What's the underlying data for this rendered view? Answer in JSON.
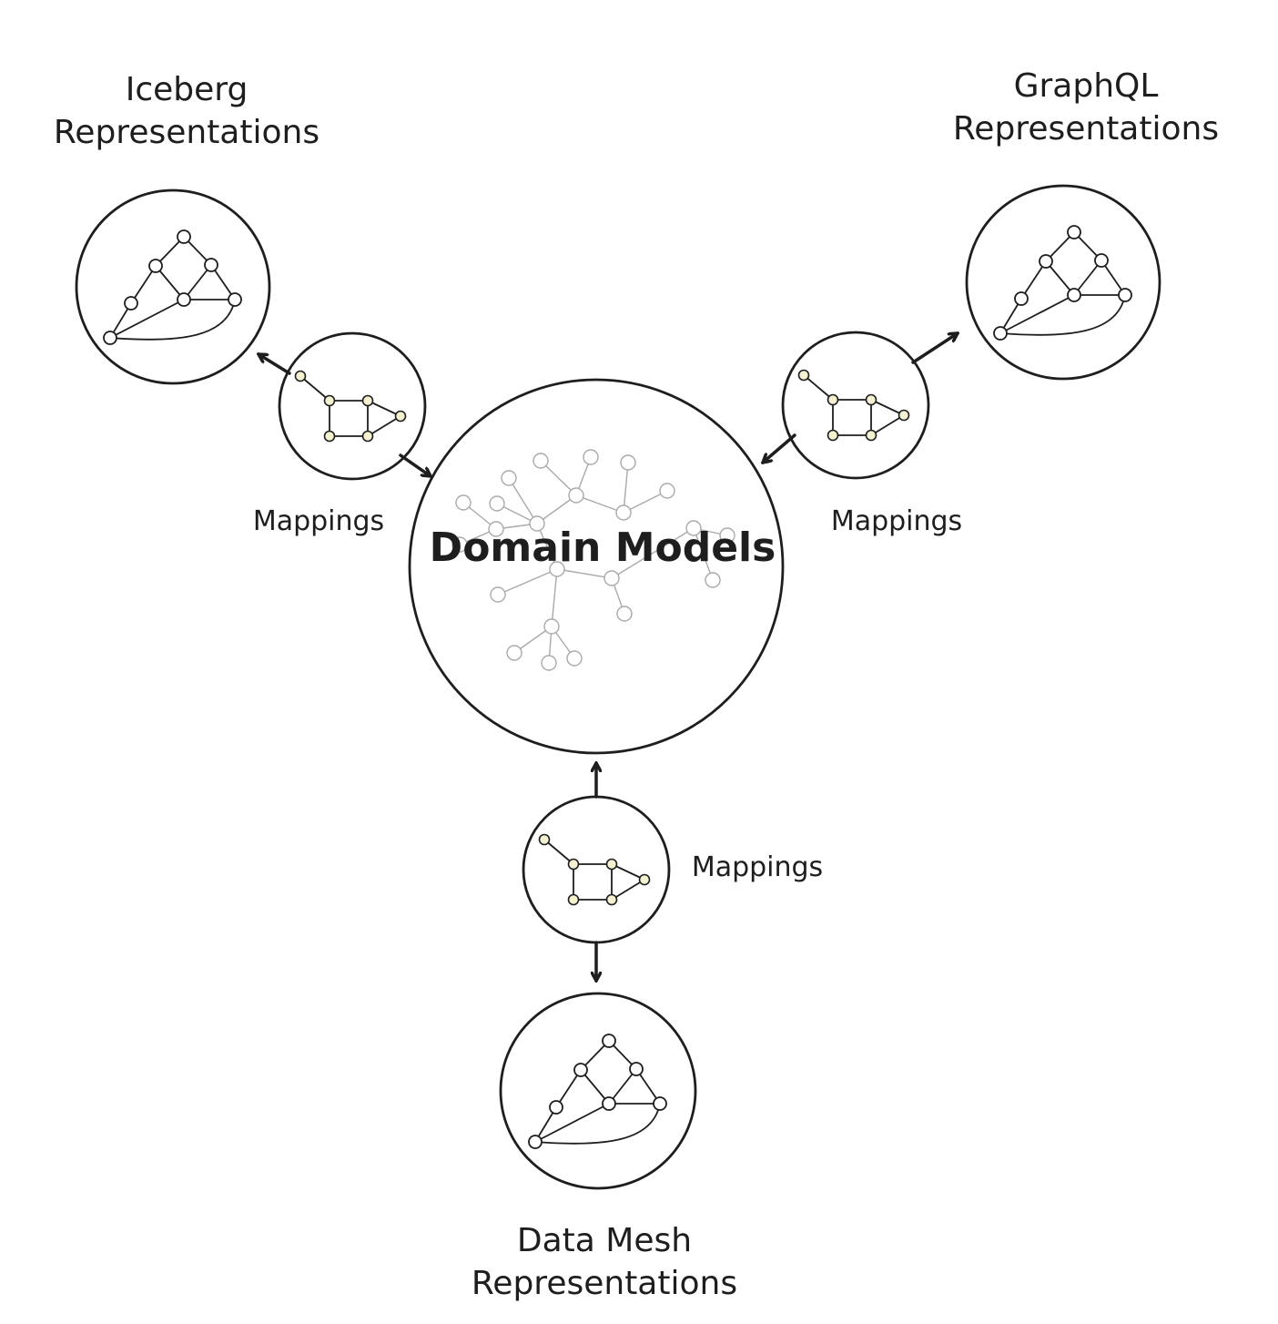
{
  "center": {
    "label": "Domain Models"
  },
  "representations": [
    {
      "id": "iceberg",
      "line1": "Iceberg",
      "line2": "Representations"
    },
    {
      "id": "graphql",
      "line1": "GraphQL",
      "line2": "Representations"
    },
    {
      "id": "datamesh",
      "line1": "Data Mesh",
      "line2": "Representations"
    }
  ],
  "mappings": [
    {
      "label": "Mappings"
    },
    {
      "label": "Mappings"
    },
    {
      "label": "Mappings"
    }
  ],
  "colors": {
    "stroke": "#1e1e1e",
    "graph_light": "#aaaaaa",
    "mapping_node": "#f3f1d0"
  }
}
